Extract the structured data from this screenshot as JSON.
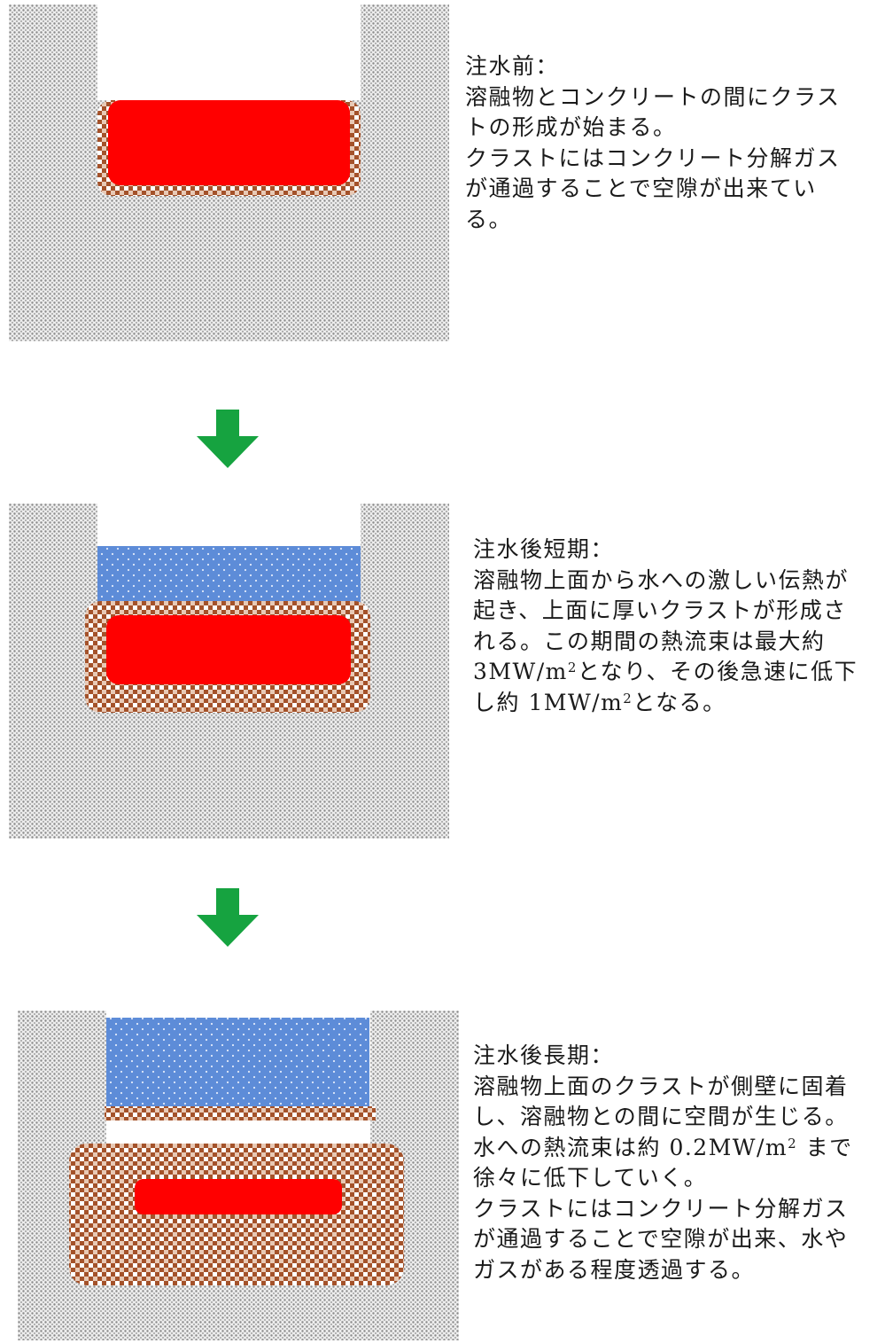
{
  "colors": {
    "concrete": "#c8c8c8",
    "melt": "#ff0000",
    "crust": "#a0522d",
    "water": "#5b8ad6",
    "arrow": "#16a340"
  },
  "stages": [
    {
      "title": "注水前：",
      "lines": [
        "溶融物とコンクリートの間にクラス",
        "トの形成が始まる。",
        "クラストにはコンクリート分解ガス",
        "が通過することで空隙が出来てい",
        "る。"
      ]
    },
    {
      "title": "注水後短期：",
      "lines": [
        "溶融物上面から水への激しい伝熱が",
        "起き、上面に厚いクラストが形成さ",
        "れる。この期間の熱流束は最大約",
        "3MW/m{2}となり、その後急速に低下",
        "し約 1MW/m{2}となる。"
      ]
    },
    {
      "title": "注水後長期：",
      "lines": [
        "溶融物上面のクラストが側壁に固着",
        "し、溶融物との間に空間が生じる。",
        "水への熱流束は約 0.2MW/m{2} まで",
        "徐々に低下していく。",
        "クラストにはコンクリート分解ガス",
        "が通過することで空隙が出来、水や",
        "ガスがある程度透過する。"
      ]
    }
  ]
}
